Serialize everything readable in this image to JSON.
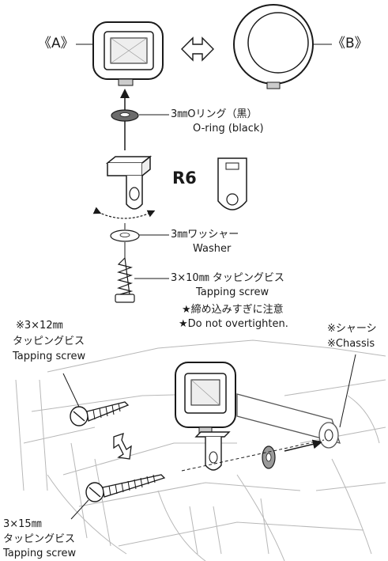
{
  "labels": {
    "a": "《A》",
    "b": "《B》",
    "oring_jp": "3㎜Oリング（黒）",
    "oring_en": "O-ring (black)",
    "r6": "R6",
    "washer_jp": "3㎜ワッシャー",
    "washer_en": "Washer",
    "screw10_jp": "3×10㎜ タッピングビス",
    "screw10_en": "Tapping screw",
    "note_jp": "★締め込みすぎに注意",
    "note_en": "★Do not overtighten.",
    "screw12_size": "※3×12㎜",
    "screw12_jp": "タッピングビス",
    "screw12_en": "Tapping screw",
    "chassis_jp": "※シャーシ",
    "chassis_en": "※Chassis",
    "screw15_size": "3×15㎜",
    "screw15_jp": "タッピングビス",
    "screw15_en": "Tapping screw"
  },
  "icons": [
    "swap-arrow-icon",
    "rotate-arrow-icon",
    "up-arrow-icon",
    "bidirectional-arrow-icon"
  ],
  "colors": {
    "line": "#1a1a1a",
    "shade": "#9a9a9a",
    "sketch": "#b8b8b8"
  }
}
